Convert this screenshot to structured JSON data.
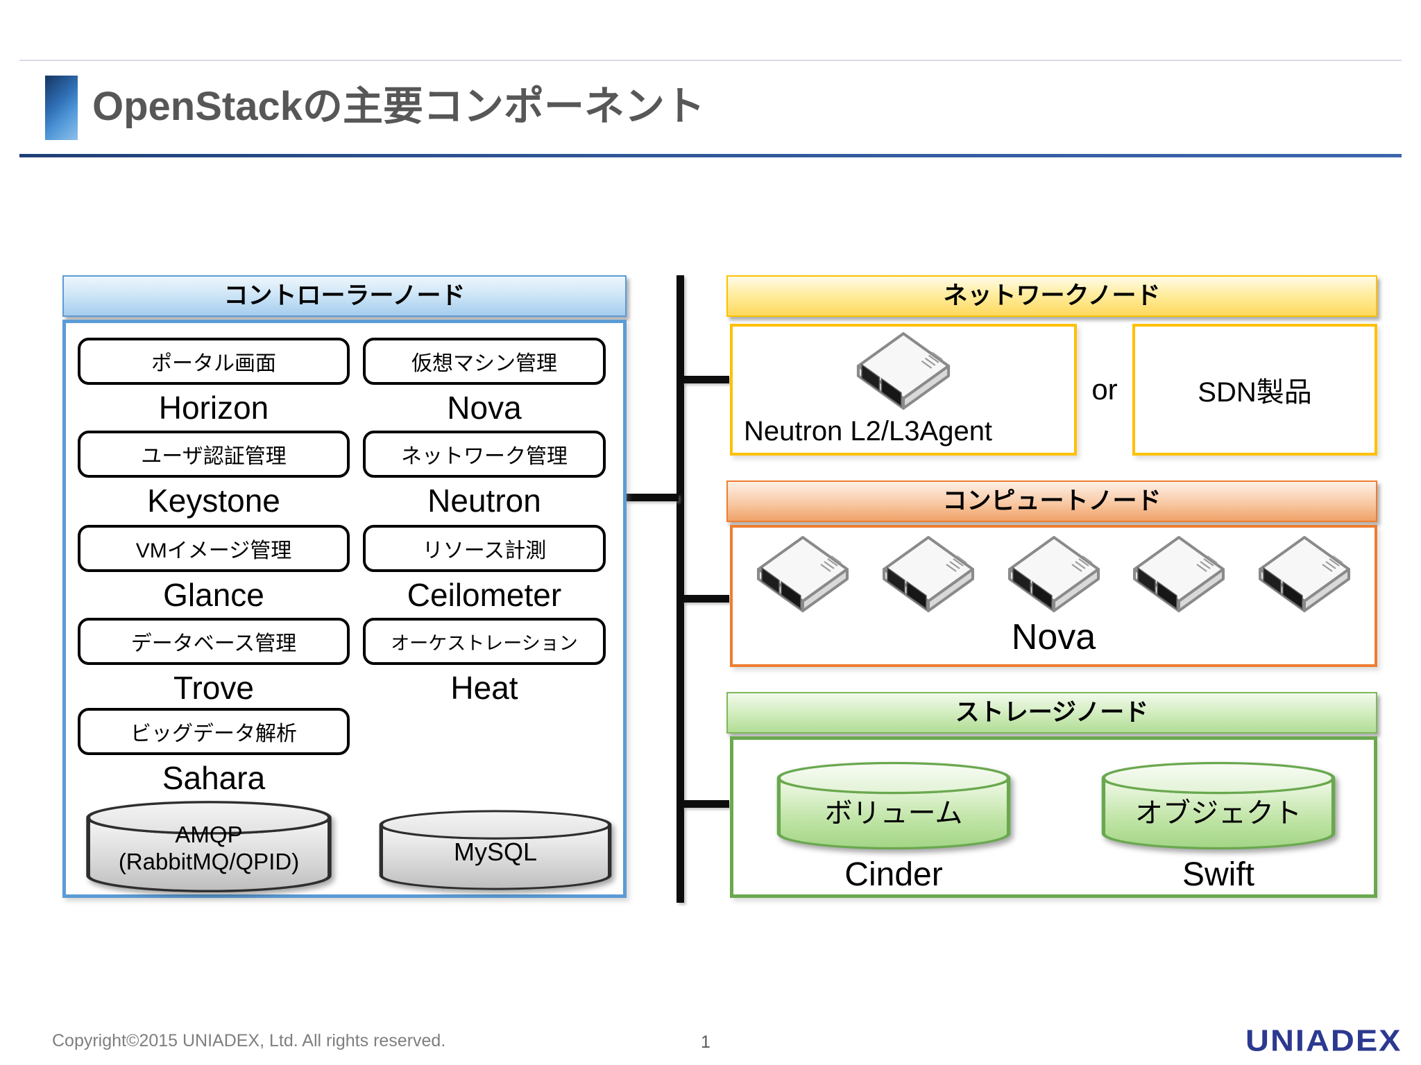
{
  "title": "OpenStackの主要コンポーネント",
  "controller": {
    "header": "コントローラーノード",
    "col1": [
      {
        "role": "ポータル画面",
        "name": "Horizon"
      },
      {
        "role": "ユーザ認証管理",
        "name": "Keystone"
      },
      {
        "role": "VMイメージ管理",
        "name": "Glance"
      },
      {
        "role": "データベース管理",
        "name": "Trove"
      },
      {
        "role": "ビッグデータ解析",
        "name": "Sahara"
      }
    ],
    "col2": [
      {
        "role": "仮想マシン管理",
        "name": "Nova"
      },
      {
        "role": "ネットワーク管理",
        "name": "Neutron"
      },
      {
        "role": "リソース計測",
        "name": "Ceilometer"
      },
      {
        "role": "オーケストレーション",
        "name": "Heat"
      }
    ],
    "amqp_label": "AMQP\n(RabbitMQ/QPID)",
    "mysql_label": "MySQL"
  },
  "network": {
    "header": "ネットワークノード",
    "agent_label": "Neutron L2/L3Agent",
    "or_label": "or",
    "sdn_label": "SDN製品"
  },
  "compute": {
    "header": "コンピュートノード",
    "name": "Nova"
  },
  "storage": {
    "header": "ストレージノード",
    "volume_label": "ボリューム",
    "volume_name": "Cinder",
    "object_label": "オブジェクト",
    "object_name": "Swift"
  },
  "footer": {
    "copyright": "Copyright©2015 UNIADEX, Ltd. All rights reserved.",
    "page": "1",
    "logo": "UNIADEX"
  },
  "colors": {
    "controller_accent": "#5B9BD5",
    "network_accent": "#FFC000",
    "compute_accent": "#ED7D31",
    "storage_accent": "#6AA84F",
    "title_rule": "#2E5395",
    "logo_navy": "#2B3990"
  }
}
